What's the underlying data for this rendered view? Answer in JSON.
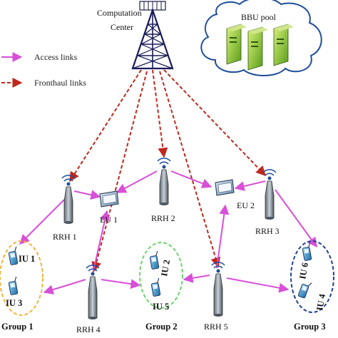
{
  "center": {
    "label_line1": "Computation",
    "label_line2": "Center"
  },
  "bbu": {
    "label": "BBU pool"
  },
  "legend": {
    "access_label": "Access  links",
    "fronthaul_label": "Fronthaul links",
    "access_color": "#d94fd9",
    "fronthaul_color": "#c0281e"
  },
  "rrh": [
    {
      "label": "RRH 1"
    },
    {
      "label": "RRH 2"
    },
    {
      "label": "RRH 3"
    },
    {
      "label": "RRH 4"
    },
    {
      "label": "RRH 5"
    }
  ],
  "eu": [
    {
      "label": "EU 1"
    },
    {
      "label": "EU 2"
    }
  ],
  "groups": [
    {
      "label": "Group 1",
      "color": "#f0b43a",
      "users": [
        "IU 1",
        "IU 3"
      ]
    },
    {
      "label": "Group 2",
      "color": "#6cd36c",
      "users": [
        "IU 2",
        "IU 5"
      ]
    },
    {
      "label": "Group 3",
      "color": "#1f3f8f",
      "users": [
        "IU 6",
        "IU 4"
      ]
    }
  ]
}
